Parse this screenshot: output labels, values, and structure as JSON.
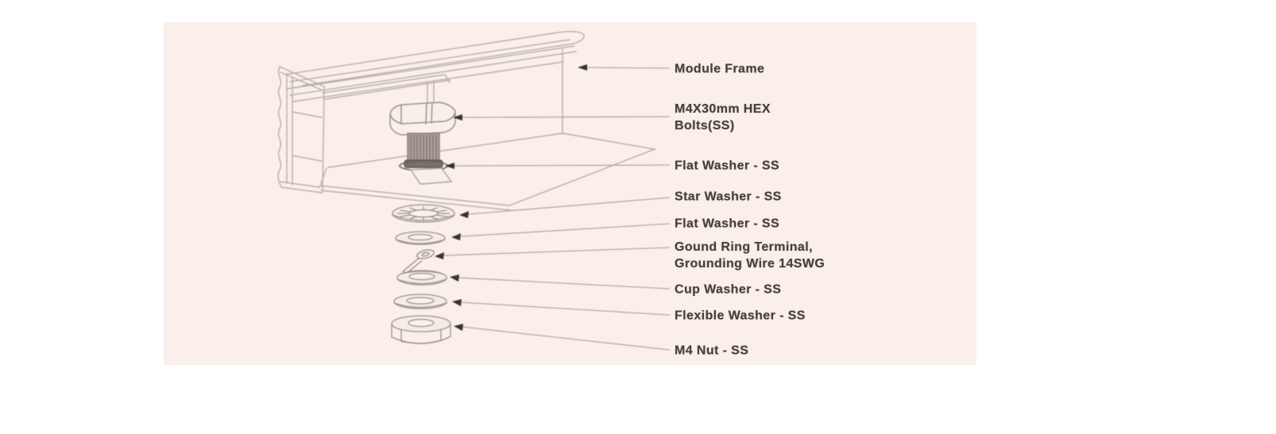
{
  "page": {
    "background_color": "#ffffff"
  },
  "panel": {
    "background_color": "#faefeb",
    "line_color": "#b7aeaa",
    "text_color": "#46403c",
    "arrow_color": "#383230"
  },
  "diagram": {
    "type": "exploded-assembly",
    "subject": "module-frame-grounding-hardware",
    "parts": [
      {
        "id": "module-frame",
        "label": "Module Frame"
      },
      {
        "id": "hex-bolt",
        "label": "M4X30mm HEX\nBolts(SS)"
      },
      {
        "id": "flat-washer-upper",
        "label": "Flat Washer - SS"
      },
      {
        "id": "star-washer",
        "label": "Star Washer - SS"
      },
      {
        "id": "flat-washer-lower",
        "label": "Flat Washer - SS"
      },
      {
        "id": "ground-ring-terminal",
        "label": "Gound Ring Terminal,\nGrounding Wire 14SWG"
      },
      {
        "id": "cup-washer",
        "label": "Cup Washer - SS"
      },
      {
        "id": "flexible-washer",
        "label": "Flexible Washer - SS"
      },
      {
        "id": "m4-nut",
        "label": "M4 Nut - SS"
      }
    ]
  }
}
